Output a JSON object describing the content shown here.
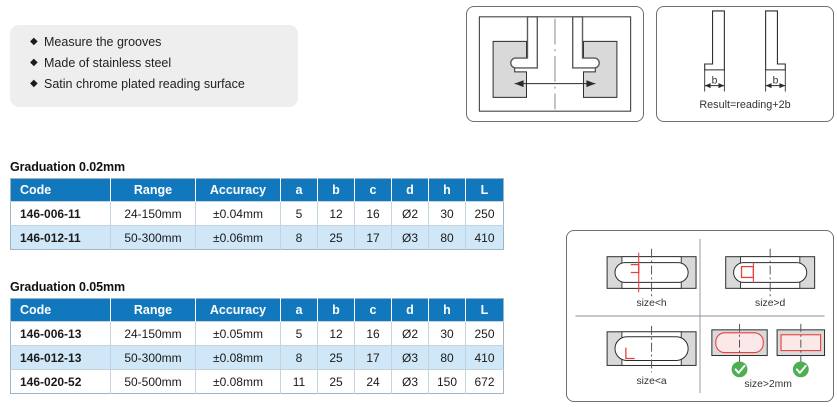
{
  "features": {
    "bullet_glyph": "◆",
    "items": [
      "Measure the grooves",
      "Made of stainless steel",
      "Satin chrome plated reading surface"
    ]
  },
  "tables": [
    {
      "title": "Graduation 0.02mm",
      "columns": [
        "Code",
        "Range",
        "Accuracy",
        "a",
        "b",
        "c",
        "d",
        "h",
        "L"
      ],
      "rows": [
        [
          "146-006-11",
          "24-150mm",
          "±0.04mm",
          "5",
          "12",
          "16",
          "Ø2",
          "30",
          "250"
        ],
        [
          "146-012-11",
          "50-300mm",
          "±0.06mm",
          "8",
          "25",
          "17",
          "Ø3",
          "80",
          "410"
        ]
      ]
    },
    {
      "title": "Graduation 0.05mm",
      "columns": [
        "Code",
        "Range",
        "Accuracy",
        "a",
        "b",
        "c",
        "d",
        "h",
        "L"
      ],
      "rows": [
        [
          "146-006-13",
          "24-150mm",
          "±0.05mm",
          "5",
          "12",
          "16",
          "Ø2",
          "30",
          "250"
        ],
        [
          "146-012-13",
          "50-300mm",
          "±0.08mm",
          "8",
          "25",
          "17",
          "Ø3",
          "80",
          "410"
        ],
        [
          "146-020-52",
          "50-500mm",
          "±0.08mm",
          "11",
          "25",
          "24",
          "Ø3",
          "150",
          "672"
        ]
      ]
    }
  ],
  "diagrams": {
    "groove_measurement": {
      "name": "groove-measurement-diagram"
    },
    "jaw_offset": {
      "name": "jaw-offset-diagram",
      "caption": "Result=reading+2b",
      "dimension_labels": [
        "b",
        "b"
      ]
    },
    "usage_grid": {
      "quadrants": [
        {
          "caption": "size<h"
        },
        {
          "caption": "size>d"
        },
        {
          "caption": "size<a"
        },
        {
          "caption": "size>2mm",
          "ok_marks": 2
        }
      ]
    }
  },
  "colors": {
    "header_blue": "#1278be",
    "row_alt_blue": "#cfe7f7",
    "panel_gray": "#eeeeee",
    "workpiece_gray": "#d9d9d9",
    "marker_red": "#e8413c",
    "check_green": "#4caf50"
  }
}
